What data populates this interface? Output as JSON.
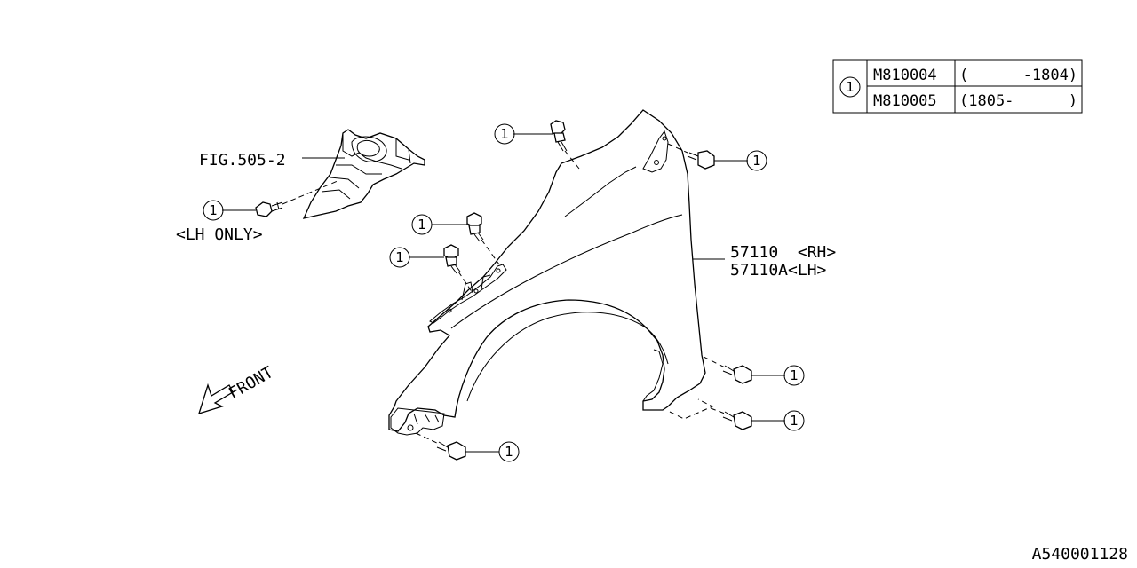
{
  "callout_symbol": "1",
  "parts_table": {
    "rows": [
      {
        "part": "M810004",
        "range": "(      -1804)"
      },
      {
        "part": "M810005",
        "range": "(1805-      )"
      }
    ]
  },
  "labels": {
    "fig_ref": "FIG.505-2",
    "lh_only": "<LH ONLY>",
    "part_rh": "57110  <RH>",
    "part_lh": "57110A<LH>",
    "front": "FRONT",
    "diagram_id": "A540001128"
  }
}
